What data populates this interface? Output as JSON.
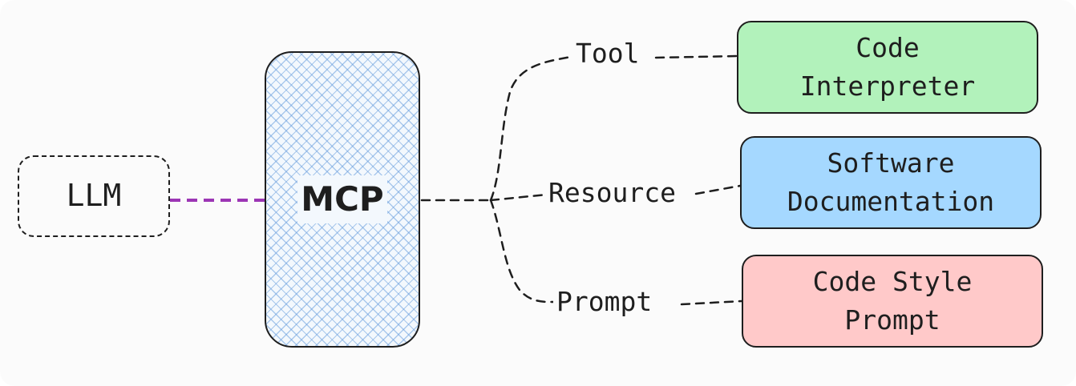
{
  "nodes": {
    "llm": "LLM",
    "mcp": "MCP",
    "tool_target": "Code\nInterpreter",
    "resource_target": "Software\nDocumentation",
    "prompt_target": "Code Style\nPrompt"
  },
  "edges": {
    "tool": "Tool",
    "resource": "Resource",
    "prompt": "Prompt"
  },
  "colors": {
    "llm_link": "#9c36b5",
    "tool_fill": "#b2f2bb",
    "resource_fill": "#a5d8ff",
    "prompt_fill": "#ffc9c9",
    "mcp_hatch": "#6ca0de",
    "stroke": "#1e1e1e"
  }
}
